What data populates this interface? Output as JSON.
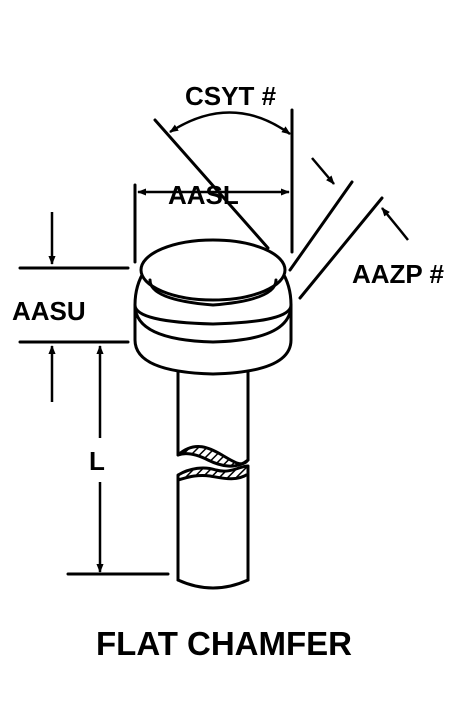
{
  "labels": {
    "csyt": "CSYT #",
    "aasl": "AASL",
    "aazp": "AAZP #",
    "aasu": "AASU",
    "l": "L",
    "caption": "FLAT CHAMFER"
  },
  "colors": {
    "ink": "#000000",
    "paper": "#ffffff"
  }
}
